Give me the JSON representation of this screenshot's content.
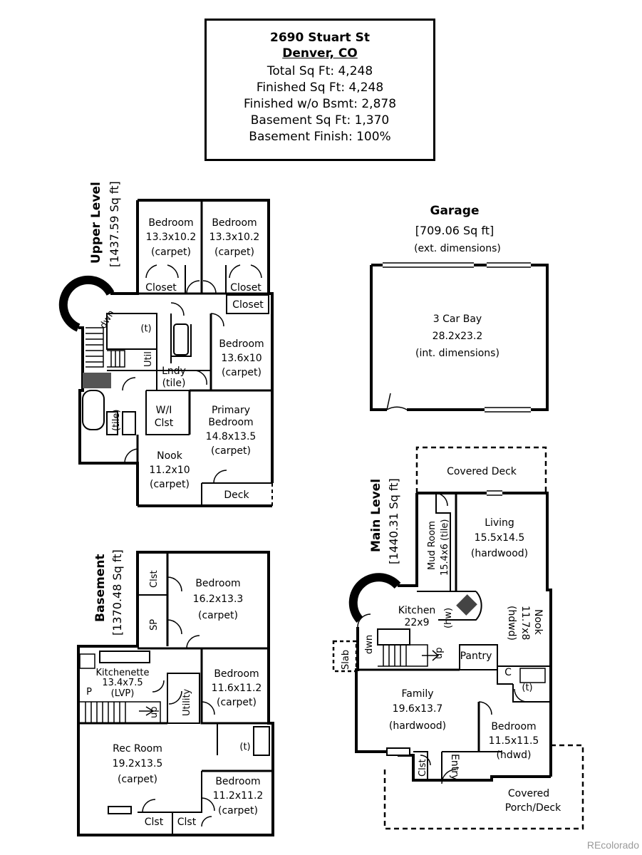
{
  "info": {
    "address_line1": "2690 Stuart St",
    "address_line2": "Denver, CO",
    "lines": [
      "Total Sq Ft: 4,248",
      "Finished Sq Ft: 4,248",
      "Finished w/o Bsmt: 2,878",
      "Basement Sq Ft: 1,370",
      "Basement Finish: 100%"
    ]
  },
  "upper": {
    "title": "Upper Level",
    "area": "[1437.59 Sq ft]",
    "bed1": [
      "Bedroom",
      "13.3x10.2",
      "(carpet)"
    ],
    "bed2": [
      "Bedroom",
      "13.3x10.2",
      "(carpet)"
    ],
    "closet1": "Closet",
    "closet2": "Closet",
    "closet3": "Closet",
    "bed3": [
      "Bedroom",
      "13.6x10",
      "(carpet)"
    ],
    "dwn": "dwn",
    "tile_t": "(t)",
    "util": "Util",
    "lndy": [
      "Lndy",
      "(tile)"
    ],
    "tile_v": "(tile)",
    "wi": [
      "W/I",
      "Clst"
    ],
    "primary": [
      "Primary",
      "Bedroom",
      "14.8x13.5",
      "(carpet)"
    ],
    "nook": [
      "Nook",
      "11.2x10",
      "(carpet)"
    ],
    "deck": "Deck"
  },
  "garage": {
    "title": "Garage",
    "area": "[709.06 Sq ft]",
    "ext": "(ext. dimensions)",
    "bay": [
      "3 Car Bay",
      "28.2x23.2",
      "(int. dimensions)"
    ]
  },
  "basement": {
    "title": "Basement",
    "area": "[1370.48 Sq ft]",
    "clst_v": "Clst",
    "sp": "SP",
    "bed1": [
      "Bedroom",
      "16.2x13.3",
      "(carpet)"
    ],
    "kitchenette": [
      "Kitchenette",
      "13.4x7.5",
      "(LVP)"
    ],
    "p": "P",
    "up": "up",
    "utility": "Utility",
    "bed2": [
      "Bedroom",
      "11.6x11.2",
      "(carpet)"
    ],
    "t": "(t)",
    "rec": [
      "Rec Room",
      "19.2x13.5",
      "(carpet)"
    ],
    "bed3": [
      "Bedroom",
      "11.2x11.2",
      "(carpet)"
    ],
    "clst1": "Clst",
    "clst2": "Clst"
  },
  "main": {
    "title": "Main Level",
    "area": "[1440.31 Sq ft]",
    "covered_deck": "Covered Deck",
    "mudroom": "Mud Room",
    "mudroom_dim": "15.4x6 (tile)",
    "living": [
      "Living",
      "15.5x14.5",
      "(hardwood)"
    ],
    "kitchen": [
      "Kitchen",
      "22x9"
    ],
    "hw": "(hw)",
    "nook": [
      "Nook",
      "11.7x8",
      "(hdwd)"
    ],
    "dwn": "dwn",
    "slab": "Slab",
    "up": "up",
    "pantry": "Pantry",
    "c": "C",
    "t": "(t)",
    "family": [
      "Family",
      "19.6x13.7",
      "(hardwood)"
    ],
    "bed": [
      "Bedroom",
      "11.5x11.5",
      "(hdwd)"
    ],
    "clst": "Clst",
    "entry": "Entry",
    "porch": [
      "Covered",
      "Porch/Deck"
    ]
  },
  "watermark": "REcolorado"
}
